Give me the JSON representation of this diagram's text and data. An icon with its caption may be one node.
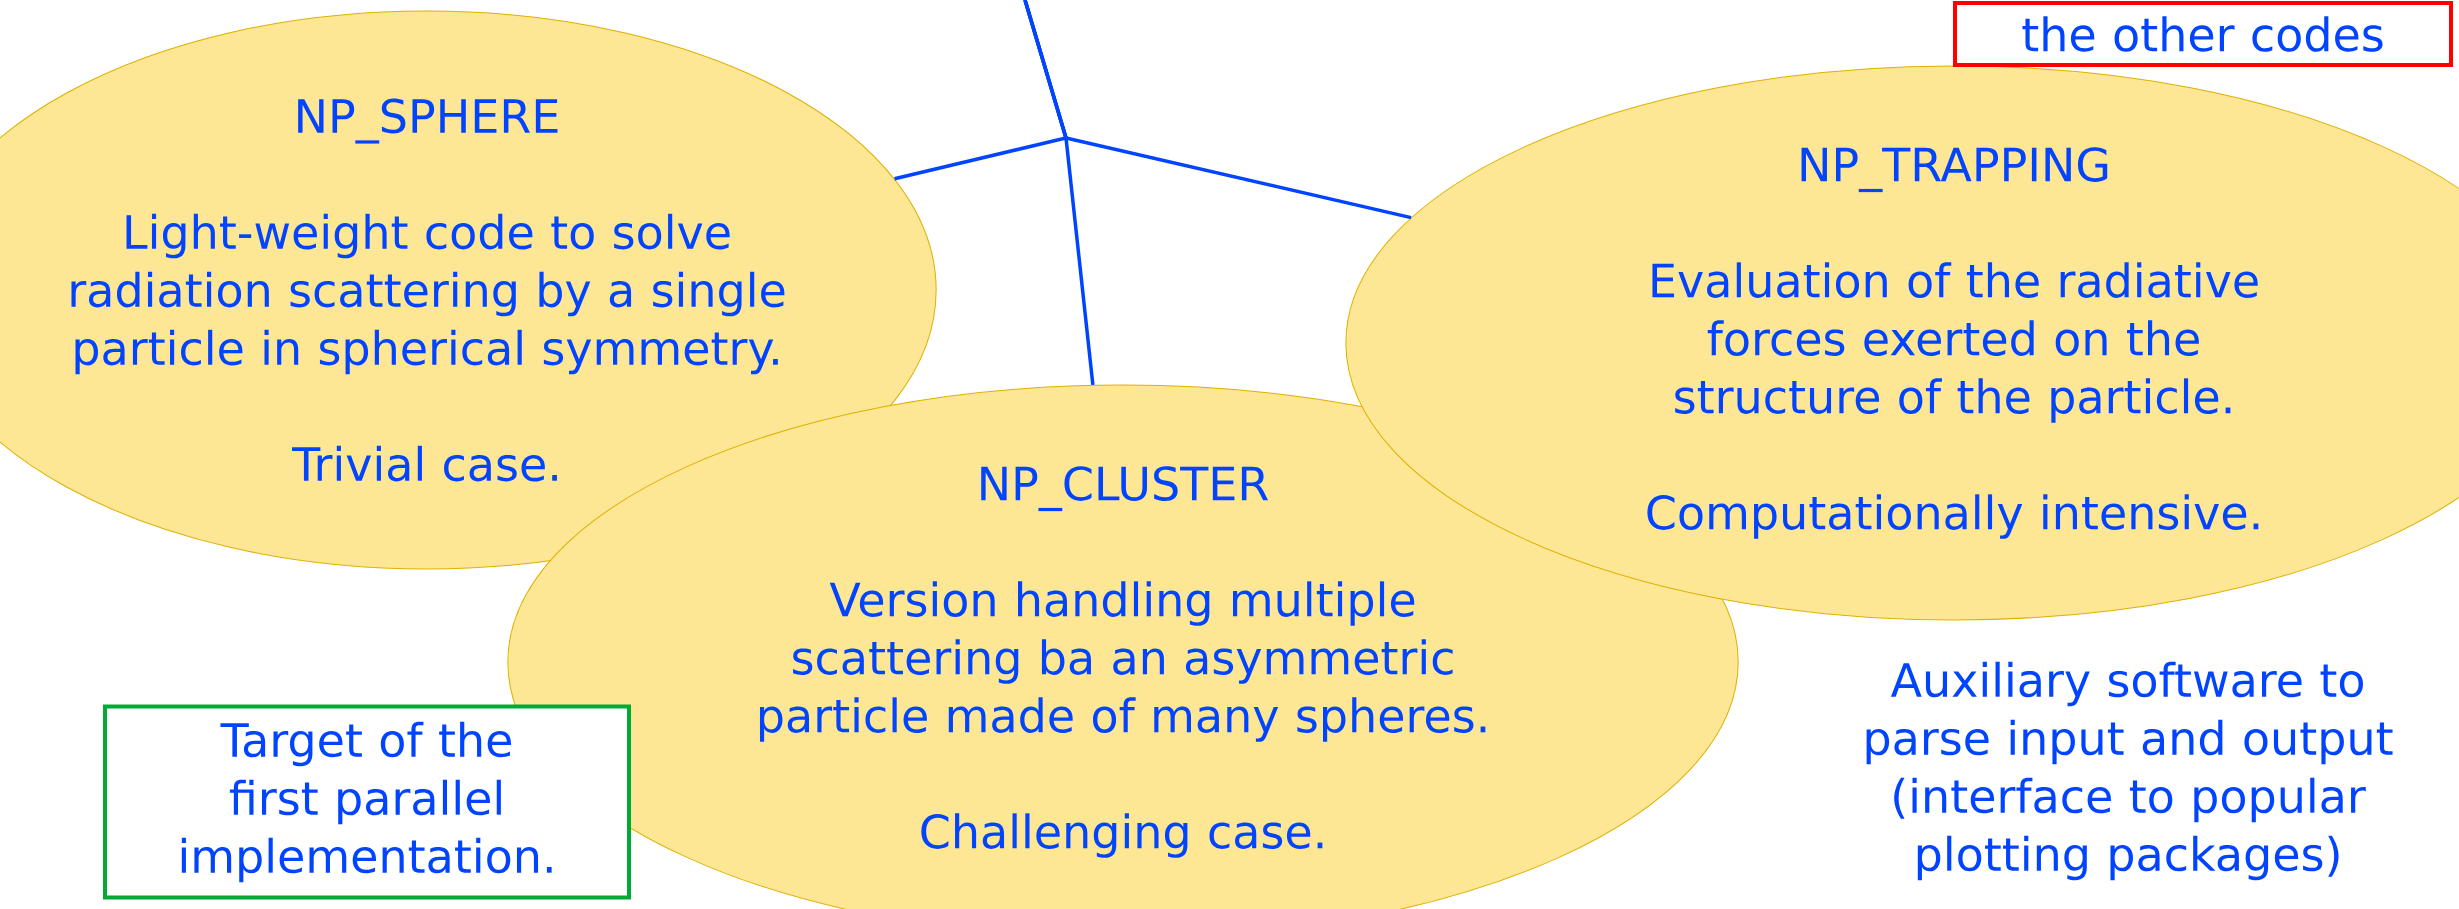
{
  "diagram": {
    "nodes": [
      {
        "text": [
          "NP_SPHERE",
          "Light-weight code to solve radiation scattering by a single particle in spherical symmetry.",
          "Trivial case."
        ]
      },
      {
        "text": [
          "NP_CLUSTER",
          "Version handling multiple scattering ba an asymmetric particle made of many spheres.",
          "Challenging case."
        ]
      },
      {
        "text": [
          "NP_TRAPPING",
          "Evaluation of the radiative forces exerted on the structure of the particle.",
          "Computationally intensive."
        ]
      },
      {
        "text": [
          "Target of the first parallel implementation."
        ]
      },
      {
        "text": [
          "the other codes"
        ]
      }
    ],
    "edges": [
      {
        "from": null,
        "to": 0,
        "arrow": "none"
      },
      {
        "from": null,
        "to": 1,
        "arrow": "none"
      },
      {
        "from": null,
        "to": 2,
        "arrow": "none"
      }
    ],
    "labels": [
      "Auxiliary software to parse input and output (interface to popular plotting packages)"
    ]
  }
}
